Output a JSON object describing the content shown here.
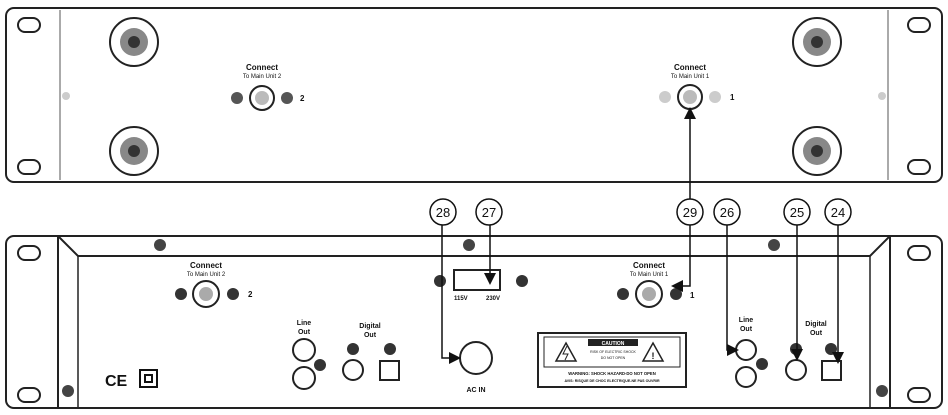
{
  "top_panel": {
    "connector_left": {
      "title": "Connect",
      "subtitle": "To Main Unit 2",
      "number": "2"
    },
    "connector_right": {
      "title": "Connect",
      "subtitle": "To Main Unit 1",
      "number": "1"
    }
  },
  "bottom_panel": {
    "connector_left": {
      "title": "Connect",
      "subtitle": "To Main Unit 2",
      "number": "2"
    },
    "connector_right": {
      "title": "Connect",
      "subtitle": "To Main Unit 1",
      "number": "1"
    },
    "voltage": {
      "low": "115V",
      "high": "230V"
    },
    "ac_in": "AC IN",
    "left_line_out": [
      "Line",
      "Out"
    ],
    "left_digital_out": [
      "Digital",
      "Out"
    ],
    "right_line_out": [
      "Line",
      "Out"
    ],
    "right_digital_out": [
      "Digital",
      "Out"
    ],
    "ce_mark": "CE",
    "caution": {
      "title": "CAUTION",
      "line1": "RISK OF ELECTRIC SHOCK",
      "line2": "DO NOT OPEN",
      "warning1": "WARNING: SHOCK HAZARD-DO NOT OPEN",
      "warning2": "AVIS: RISQUE DE CHOC ELECTRIQUE-NE PAS OUVRIR"
    }
  },
  "callouts": [
    "28",
    "27",
    "29",
    "26",
    "25",
    "24"
  ]
}
